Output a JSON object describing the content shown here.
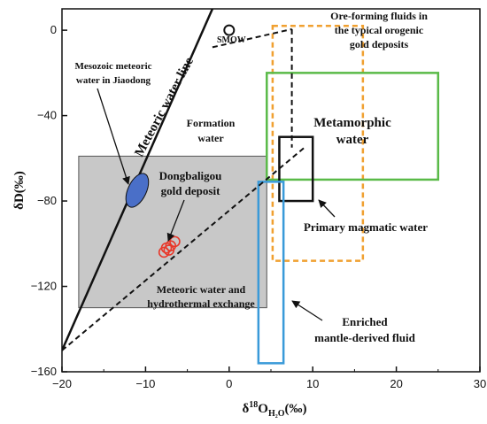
{
  "chart_data": {
    "type": "scatter",
    "xlabel": "δ18OH2O(‰)",
    "ylabel": "δD(‰)",
    "xlim": [
      -20,
      30
    ],
    "ylim": [
      -160,
      10
    ],
    "x_ticks": [
      -20,
      -10,
      0,
      10,
      20,
      30
    ],
    "y_ticks": [
      0,
      -40,
      -80,
      -120,
      -160
    ],
    "grid": false,
    "lines": [
      {
        "name": "Meteoric water line",
        "style": "solid",
        "x": [
          -20,
          -2
        ],
        "y": [
          -150,
          10
        ]
      },
      {
        "name": "Meteoric water and hydrothermal exchange",
        "style": "dashed",
        "x": [
          -20,
          9
        ],
        "y": [
          -150,
          -55
        ]
      },
      {
        "name": "SMOW trend",
        "style": "dashed",
        "x": [
          -2,
          7.5
        ],
        "y": [
          -8,
          0.5
        ]
      },
      {
        "name": "Ore fluid connector",
        "style": "dashed",
        "x": [
          7.5,
          7.5
        ],
        "y": [
          0.5,
          -55
        ]
      }
    ],
    "points": {
      "smow": {
        "x": 0,
        "y": 0
      },
      "samples": [
        {
          "x": -7.5,
          "y": -102
        },
        {
          "x": -7.0,
          "y": -101
        },
        {
          "x": -6.5,
          "y": -99
        },
        {
          "x": -7.8,
          "y": -104
        },
        {
          "x": -7.2,
          "y": -103
        }
      ]
    },
    "ellipse": {
      "x": -11,
      "y": -75,
      "rx": 1.1,
      "ry": 8.5
    },
    "fields": [
      {
        "id": "hydro",
        "x0": -18,
        "x1": 4.5,
        "y0": -130,
        "y1": -59,
        "fill": "#c8c8c8",
        "stroke": "#555555",
        "dashed": false
      },
      {
        "id": "orogenic",
        "x0": 5.2,
        "x1": 16,
        "y0": -108,
        "y1": 2,
        "fill": "none",
        "stroke": "#f0a030",
        "dashed": true
      },
      {
        "id": "metamorphic",
        "x0": 4.5,
        "x1": 25,
        "y0": -70,
        "y1": -20,
        "fill": "none",
        "stroke": "#5aba48",
        "dashed": false
      },
      {
        "id": "magmatic",
        "x0": 6,
        "x1": 10,
        "y0": -80,
        "y1": -50,
        "fill": "none",
        "stroke": "#111111",
        "dashed": false
      },
      {
        "id": "mantle",
        "x0": 3.5,
        "x1": 6.5,
        "y0": -156,
        "y1": -71,
        "fill": "none",
        "stroke": "#3a9ad9",
        "dashed": false
      }
    ],
    "annotations": {
      "smow": "SMOW",
      "meteoric_line": "Meteoric water line",
      "mesozoic_1": "Mesozoic meteoric",
      "mesozoic_2": "water in Jiaodong",
      "formation_1": "Formation",
      "formation_2": "water",
      "dongbaligou_1": "Dongbaligou",
      "dongbaligou_2": "gold deposit",
      "exchange_1": "Meteoric water and",
      "exchange_2": "hydrothermal exchange",
      "ore_1": "Ore-forming fluids in",
      "ore_2": "the typical orogenic",
      "ore_3": "gold  deposits",
      "metamorphic_1": "Metamorphic",
      "metamorphic_2": "water",
      "magmatic": "Primary magmatic water",
      "enriched_1": "Enriched",
      "enriched_2": "mantle-derived fluid"
    }
  }
}
